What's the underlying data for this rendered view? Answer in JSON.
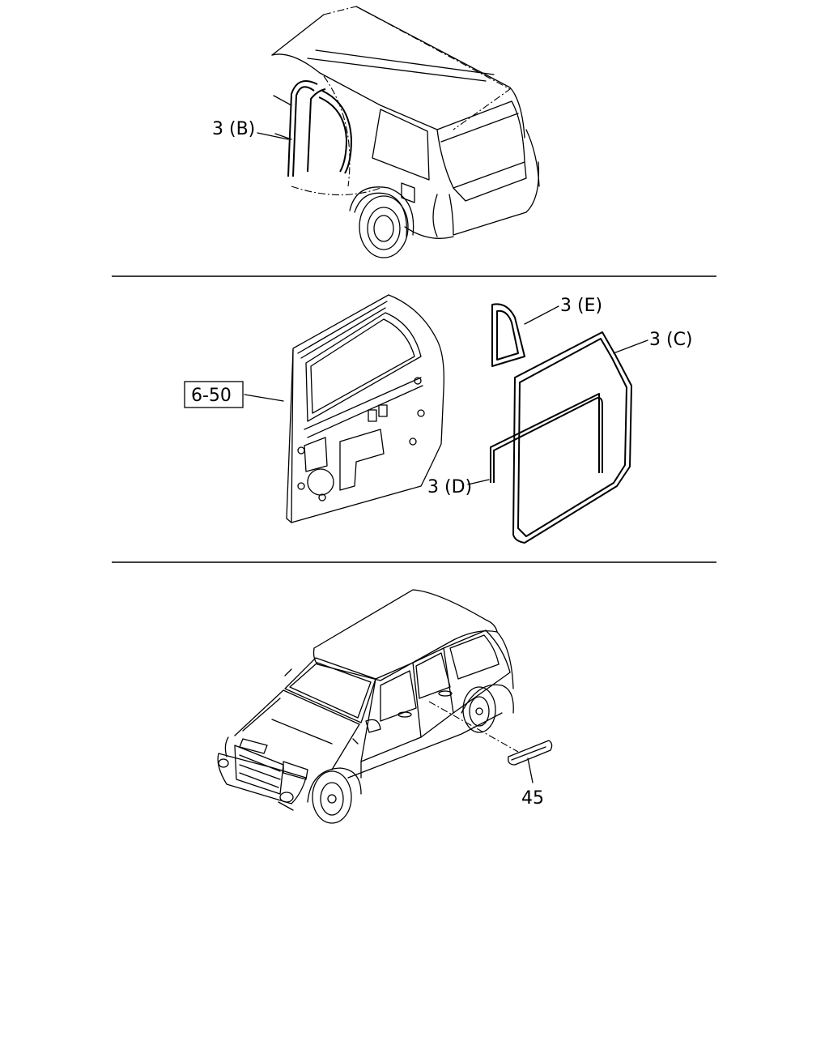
{
  "labels": {
    "part_3b": "3 (B)",
    "part_3e": "3 (E)",
    "part_3c": "3 (C)",
    "part_3d": "3 (D)",
    "ref_6_50": "6-50",
    "part_45": "45"
  },
  "icons": [
    "suv-rear-view",
    "rear-door-panel",
    "weatherstrip-seals",
    "suv-front-view",
    "step-trim-part"
  ]
}
